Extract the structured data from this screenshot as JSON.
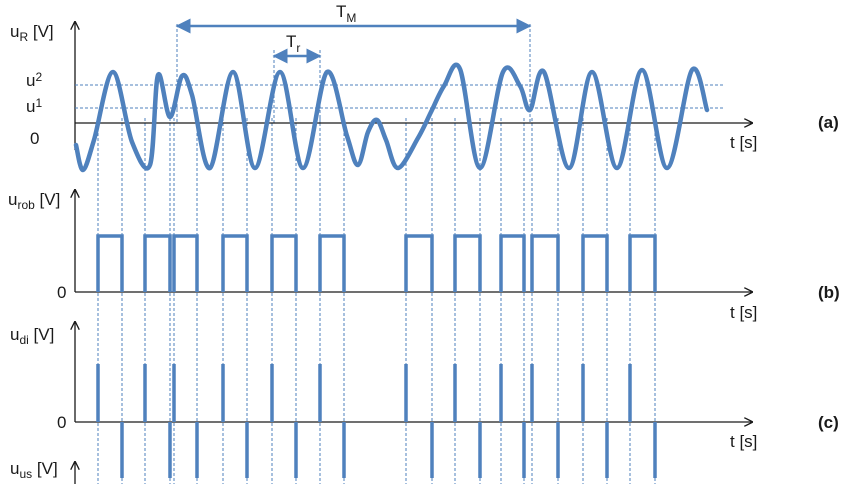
{
  "panel_a": {
    "y_label_main": "u",
    "y_label_sub": "R",
    "y_label_unit": " [V]",
    "x_label": "t [s]",
    "tag": "(a)",
    "level_u2_main": "u",
    "level_u2_sub": "2",
    "level_u1_main": "u",
    "level_u1_sub": "1",
    "zero": "0",
    "period_TM_main": "T",
    "period_TM_sub": "M",
    "period_Tr_main": "T",
    "period_Tr_sub": "r"
  },
  "panel_b": {
    "y_label_main": "u",
    "y_label_sub": "rob",
    "y_label_unit": " [V]",
    "x_label": "t [s]",
    "tag": "(b)",
    "zero": "0"
  },
  "panel_c": {
    "y_label_main": "u",
    "y_label_sub": "di",
    "y_label_unit": " [V]",
    "x_label": "t [s]",
    "tag": "(c)",
    "zero": "0",
    "y2_label_main": "u",
    "y2_label_sub": "us",
    "y2_label_unit": " [V]"
  },
  "colors": {
    "signal": "#4f81bd",
    "axis": "#1a1a1a",
    "guide": "#4f81bd"
  }
}
